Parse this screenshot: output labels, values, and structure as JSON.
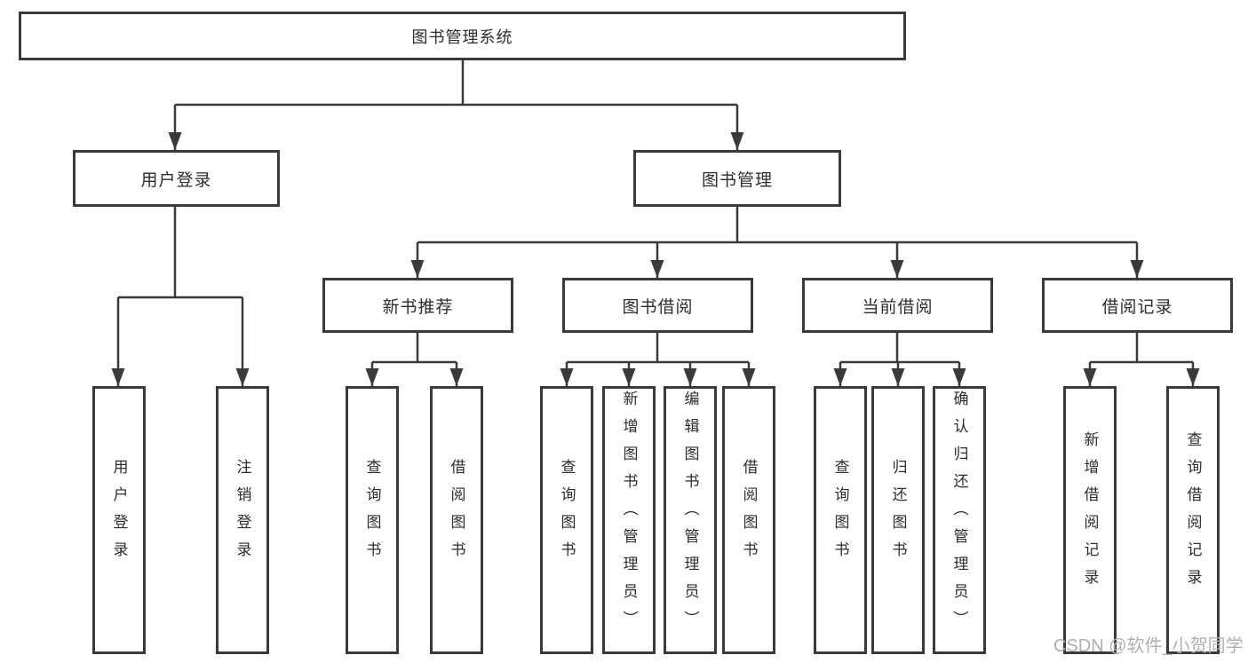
{
  "tree": {
    "label": "图书管理系统",
    "children": [
      {
        "label": "用户登录",
        "children": [
          {
            "label": "用户登录"
          },
          {
            "label": "注销登录"
          }
        ]
      },
      {
        "label": "图书管理",
        "children": [
          {
            "label": "新书推荐",
            "children": [
              {
                "label": "查询图书"
              },
              {
                "label": "借阅图书"
              }
            ]
          },
          {
            "label": "图书借阅",
            "children": [
              {
                "label": "查询图书"
              },
              {
                "label": "新增图书（管理员）"
              },
              {
                "label": "编辑图书（管理员）"
              },
              {
                "label": "借阅图书"
              }
            ]
          },
          {
            "label": "当前借阅",
            "children": [
              {
                "label": "查询图书"
              },
              {
                "label": "归还图书"
              },
              {
                "label": "确认归还（管理员）"
              }
            ]
          },
          {
            "label": "借阅记录",
            "children": [
              {
                "label": "新增借阅记录"
              },
              {
                "label": "查询借阅记录"
              }
            ]
          }
        ]
      }
    ]
  },
  "watermark": {
    "text": "CSDN @软件_小贺同学"
  },
  "colors": {
    "line": "#3a3a3a",
    "text": "#2d2d2d",
    "box_background": "#ffffff",
    "watermark": "#b0b0b0"
  }
}
